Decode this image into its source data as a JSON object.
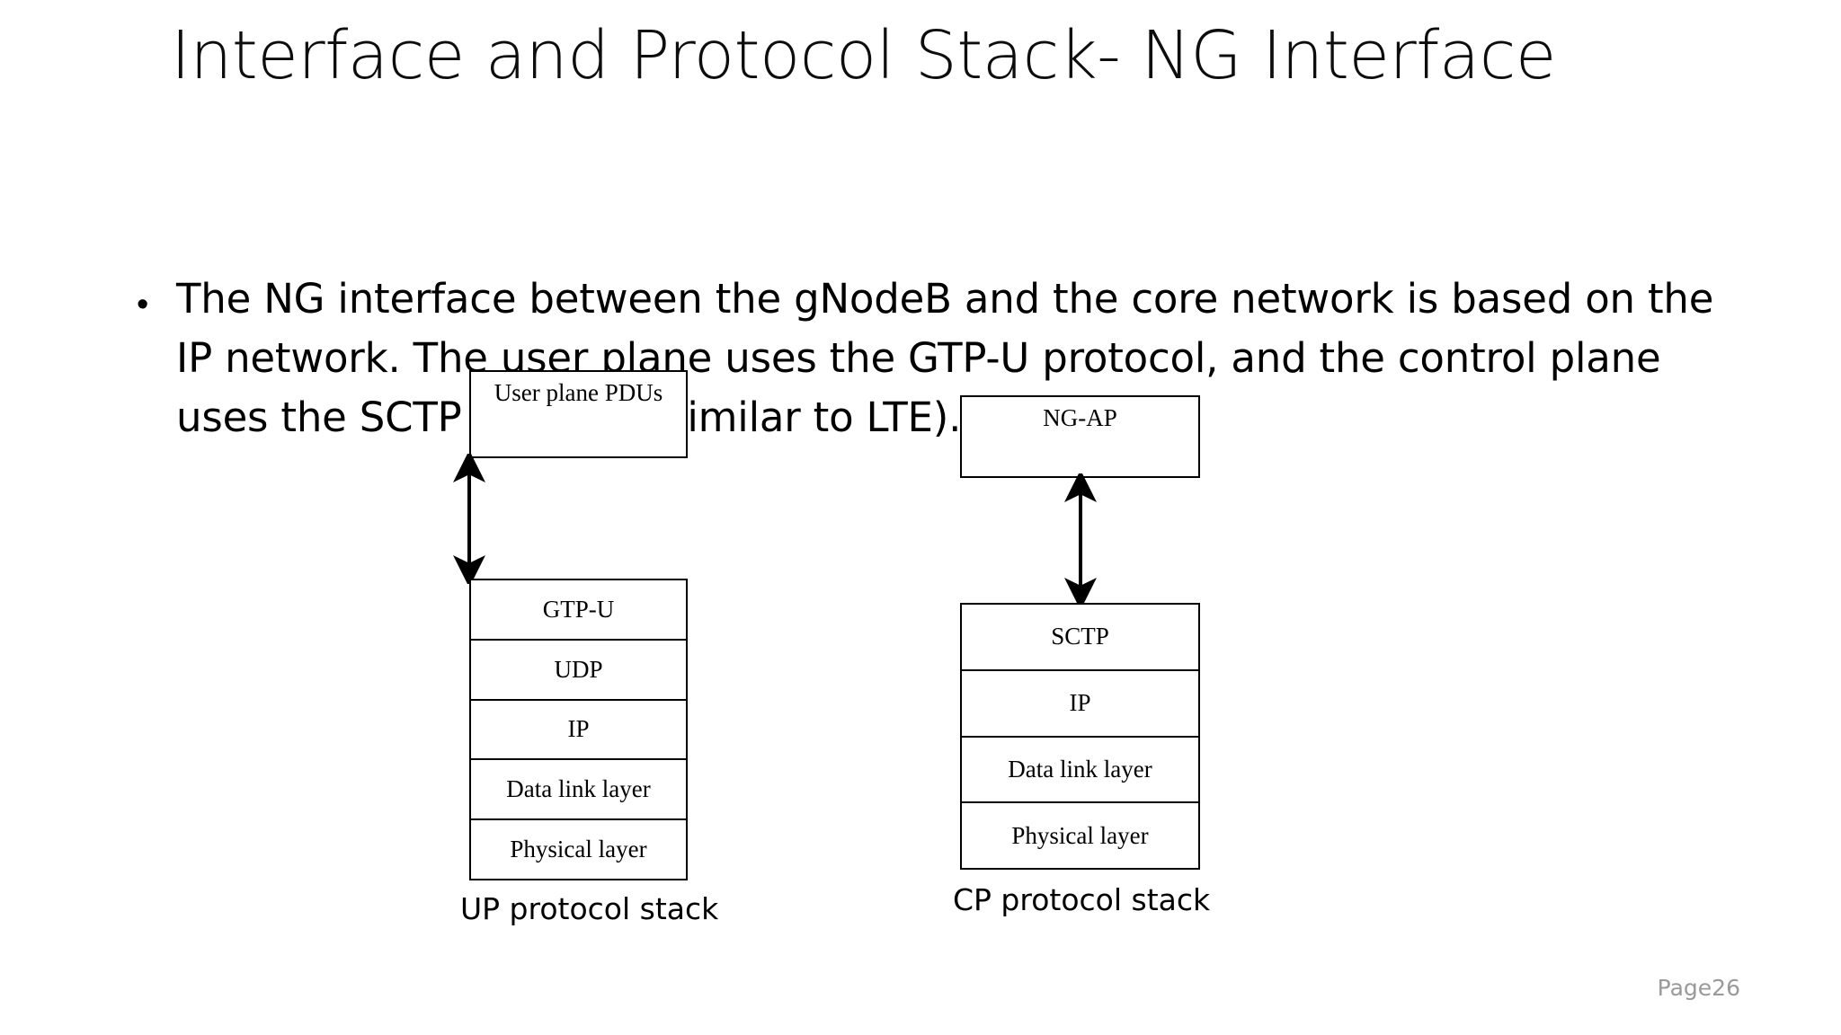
{
  "slide": {
    "title": "Interface and Protocol Stack- NG Interface",
    "page_label": "Page26",
    "background_color": "#ffffff",
    "text_color": "#000000",
    "page_label_color": "#9a9a9a"
  },
  "body": {
    "bullet_marker": "•",
    "bullet_text": "The NG interface between the gNodeB and the core network is based on the IP network. The user plane uses the GTP-U protocol, and the control plane uses the SCTP protocol (similar to LTE)."
  },
  "diagram": {
    "user_plane": {
      "top_box_label": "User plane PDUs",
      "caption": "UP protocol stack",
      "arrow": "double-headed-vertical",
      "layers": [
        "GTP-U",
        "UDP",
        "IP",
        "Data link layer",
        "Physical layer"
      ]
    },
    "control_plane": {
      "top_box_label": "NG-AP",
      "caption": "CP protocol stack",
      "arrow": "double-headed-vertical",
      "layers": [
        "SCTP",
        "IP",
        "Data link layer",
        "Physical layer"
      ]
    }
  }
}
